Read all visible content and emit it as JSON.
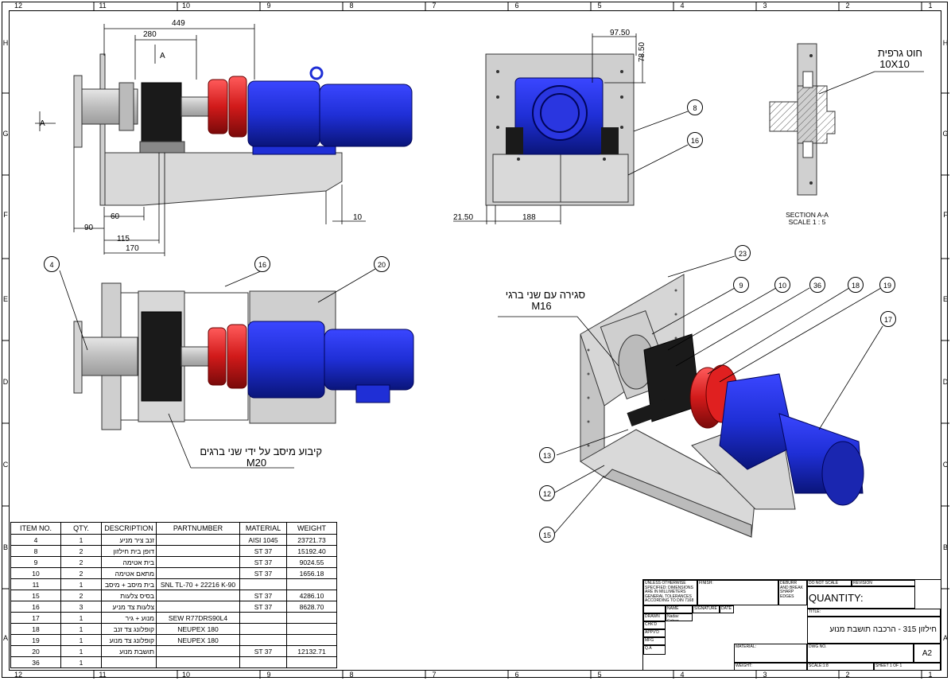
{
  "zones": {
    "columns": [
      "12",
      "11",
      "10",
      "9",
      "8",
      "7",
      "6",
      "5",
      "4",
      "3",
      "2",
      "1"
    ],
    "rows": [
      "H",
      "G",
      "F",
      "E",
      "D",
      "C",
      "B",
      "A"
    ]
  },
  "dimensions": {
    "d449": "449",
    "d280": "280",
    "d60": "60",
    "d90": "90",
    "d115": "115",
    "d170": "170",
    "d10": "10",
    "d97_50": "97.50",
    "d78_50": "78.50",
    "d21_50": "21.50",
    "d188": "188"
  },
  "section": {
    "marker": "A",
    "label_line1": "SECTION A-A",
    "label_line2": "SCALE 1 : 5"
  },
  "notes": {
    "weld": {
      "title": "חוט גרפית",
      "value": "10X10"
    },
    "close_bolts": {
      "title": "סגירה עם שני ברגי",
      "value": "M16"
    },
    "fix_bearing": {
      "title": "קיבוע מיסב על ידי שני ברגים",
      "value": "M20"
    }
  },
  "balloons": {
    "front": [
      "8",
      "16"
    ],
    "top": [
      "4",
      "16",
      "20"
    ],
    "iso": [
      "23",
      "9",
      "10",
      "36",
      "18",
      "19",
      "17",
      "13",
      "12",
      "15"
    ]
  },
  "bom": {
    "headers": [
      "ITEM NO.",
      "QTY.",
      "DESCRIPTION",
      "PARTNUMBER",
      "MATERIAL",
      "WEIGHT"
    ],
    "rows": [
      [
        "4",
        "1",
        "זנב ציר מניע",
        "",
        "AISI 1045",
        "23721.73"
      ],
      [
        "8",
        "2",
        "דופן בית חילזון",
        "",
        "ST 37",
        "15192.40"
      ],
      [
        "9",
        "2",
        "בית אטימה",
        "",
        "ST 37",
        "9024.55"
      ],
      [
        "10",
        "2",
        "מתאם אטימה",
        "",
        "ST 37",
        "1656.18"
      ],
      [
        "11",
        "1",
        "בית מיסב + מיסב",
        "SNL TL-70 + 22216 K-90",
        "",
        ""
      ],
      [
        "15",
        "2",
        "בסיס צלעות",
        "",
        "ST 37",
        "4286.10"
      ],
      [
        "16",
        "3",
        "צלעות צד מניע",
        "",
        "ST 37",
        "8628.70"
      ],
      [
        "17",
        "1",
        "מנוע + גיר",
        "SEW R77DRS90L4",
        "",
        ""
      ],
      [
        "18",
        "1",
        "קופלונג צד זנב",
        "NEUPEX 180",
        "",
        ""
      ],
      [
        "19",
        "1",
        "קופלונג צד מנוע",
        "NEUPEX 180",
        "",
        ""
      ],
      [
        "20",
        "1",
        "תושבת מנוע",
        "",
        "ST 37",
        "12132.71"
      ],
      [
        "36",
        "1",
        "",
        "",
        "",
        ""
      ]
    ]
  },
  "title_block": {
    "unless_note": "UNLESS OTHERWISE SPECIFIED: DIMENSIONS ARE IN MILLIMETERS GENERAL TOLERANCES ACCORDING TO DIN 7168",
    "finish": "FINISH:",
    "deburr": "DEBURR AND BREAK SHARP EDGES",
    "do_not_scale": "DO NOT SCALE DRAWING",
    "revision": "REVISION",
    "quantity": "QUANTITY:",
    "name_hdr": "NAME",
    "sig_hdr": "SIGNATURE",
    "date_hdr": "DATE",
    "drawn": "DRAWN",
    "drawn_name": "Nadav Cohen",
    "chkd": "CHK'D",
    "appvd": "APPV'D",
    "mfg": "MFG",
    "qa": "Q.A",
    "title_lbl": "TITLE:",
    "title": "חילזון 315 - הרכבה תושבת מנוע",
    "material": "MATERIAL:",
    "dwg_no": "DWG NO.",
    "size": "A2",
    "weight": "WEIGHT:",
    "scale": "SCALE:1:8",
    "sheet": "SHEET 1 OF 1"
  },
  "colors": {
    "motor_blue": "#1f2fd6",
    "coupling_red": "#d11a1a",
    "bearing_black": "#1a1a1a",
    "steel_grey": "#c8c8c8"
  }
}
